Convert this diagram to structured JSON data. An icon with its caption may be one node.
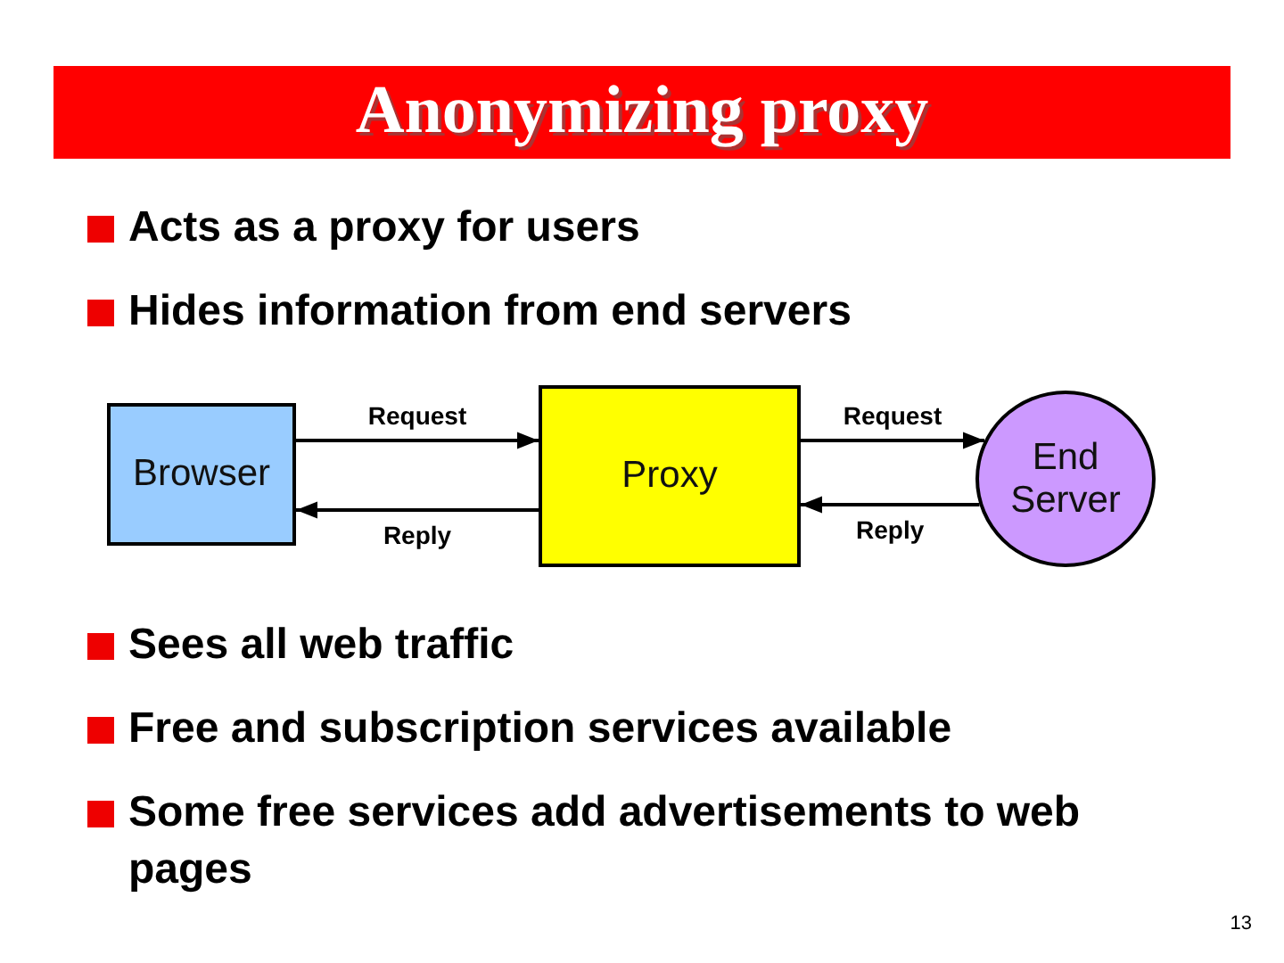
{
  "diagram": {
    "title": "Anonymizing proxy",
    "nodes": [
      {
        "text": [
          "Browser"
        ]
      },
      {
        "text": [
          "Proxy"
        ]
      },
      {
        "text": [
          "End Server"
        ]
      }
    ],
    "edges": [
      {
        "from": 0,
        "to": 1,
        "arrow": "to",
        "label": "Request"
      },
      {
        "from": 1,
        "to": 0,
        "arrow": "to",
        "label": "Reply"
      },
      {
        "from": 1,
        "to": 2,
        "arrow": "to",
        "label": "Request"
      },
      {
        "from": 2,
        "to": 1,
        "arrow": "to",
        "label": "Reply"
      }
    ],
    "labels": [
      "Acts as a proxy for users",
      "Hides information from end servers",
      "Sees all web traffic",
      "Free and subscription services available",
      "Some free services add advertisements to web pages",
      "13"
    ]
  }
}
